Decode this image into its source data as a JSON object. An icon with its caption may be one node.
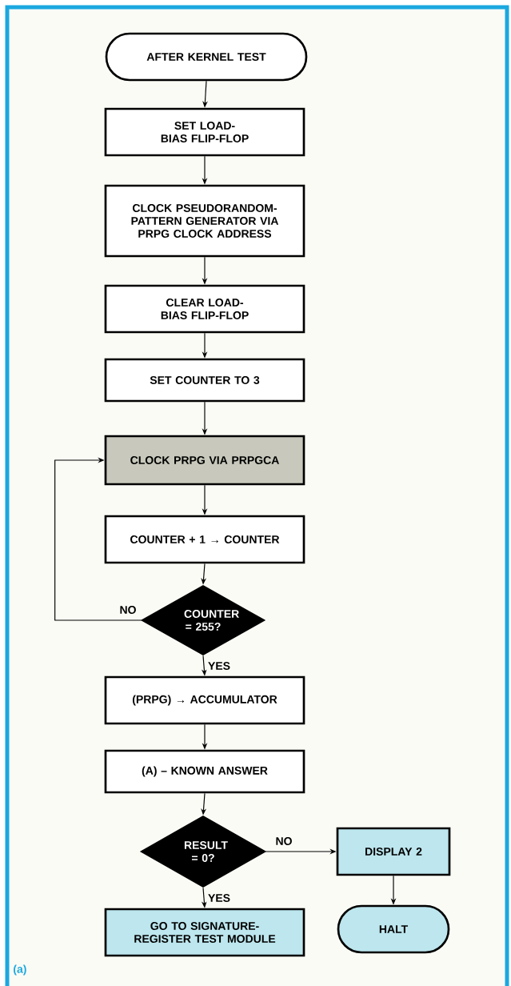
{
  "diagram": {
    "nodes": [
      {
        "text": [
          "AFTER KERNEL TEST"
        ]
      },
      {
        "text": [
          "SET LOAD-BIAS FLIP-FLOP"
        ]
      },
      {
        "text": [
          "CLOCK PSEUDORANDOM-PATTERN GENERATOR VIA PRPG CLOCK ADDRESS"
        ]
      },
      {
        "text": [
          "CLEAR LOAD-BIAS FLIP-FLOP"
        ]
      },
      {
        "text": [
          "SET COUNTER TO 3"
        ]
      },
      {
        "text": [
          "CLOCK PRPG VIA PRPGCA"
        ]
      },
      {
        "text": [
          "COUNTER + 1 → COUNTER"
        ]
      },
      {
        "text": [
          "COUNTER = 255?"
        ]
      },
      {
        "text": [
          "(PRPG) → ACCUMULATOR"
        ]
      },
      {
        "text": [
          "(A) – KNOWN ANSWER"
        ]
      },
      {
        "text": [
          "RESULT = 0?"
        ]
      },
      {
        "text": [
          "GO TO SIGNATURE-REGISTER TEST MODULE"
        ]
      },
      {
        "text": [
          "DISPLAY 2"
        ]
      },
      {
        "text": [
          "HALT"
        ]
      }
    ],
    "edges": [
      {
        "from": 0,
        "to": 1,
        "arrow": "to"
      },
      {
        "from": 1,
        "to": 2,
        "arrow": "to"
      },
      {
        "from": 2,
        "to": 3,
        "arrow": "to"
      },
      {
        "from": 3,
        "to": 4,
        "arrow": "to"
      },
      {
        "from": 4,
        "to": 5,
        "arrow": "to"
      },
      {
        "from": 5,
        "to": 6,
        "arrow": "to"
      },
      {
        "from": 6,
        "to": 7,
        "arrow": "to"
      },
      {
        "from": 7,
        "to": 5,
        "arrow": "to",
        "label": "NO"
      },
      {
        "from": 7,
        "to": 8,
        "arrow": "to",
        "label": "YES"
      },
      {
        "from": 8,
        "to": 9,
        "arrow": "to"
      },
      {
        "from": 9,
        "to": 10,
        "arrow": "to"
      },
      {
        "from": 10,
        "to": 12,
        "arrow": "to",
        "label": "NO"
      },
      {
        "from": 10,
        "to": 11,
        "arrow": "to",
        "label": "YES"
      },
      {
        "from": 12,
        "to": 13,
        "arrow": "to"
      }
    ],
    "labels": [
      "(a)"
    ]
  }
}
